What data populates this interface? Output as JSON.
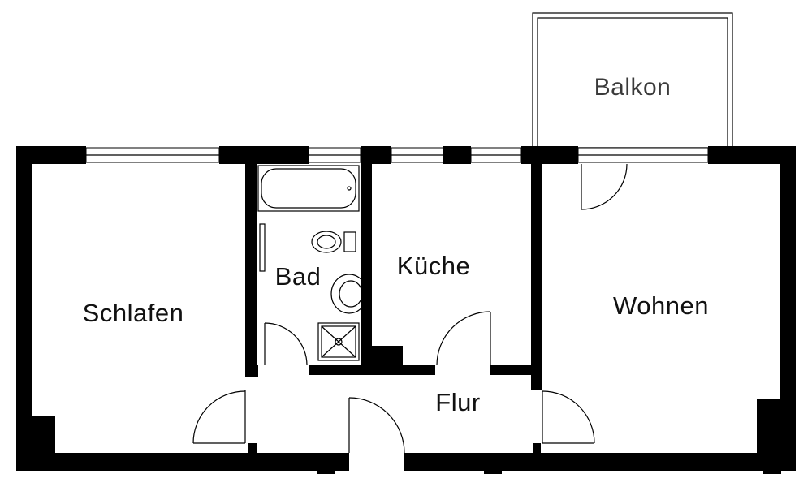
{
  "rooms": {
    "balkon": "Balkon",
    "bad": "Bad",
    "kueche": "Küche",
    "schlafen": "Schlafen",
    "wohnen": "Wohnen",
    "flur": "Flur"
  },
  "colors": {
    "wall": "#000000",
    "background": "#ffffff",
    "balkon_text": "#3a3a3a"
  }
}
